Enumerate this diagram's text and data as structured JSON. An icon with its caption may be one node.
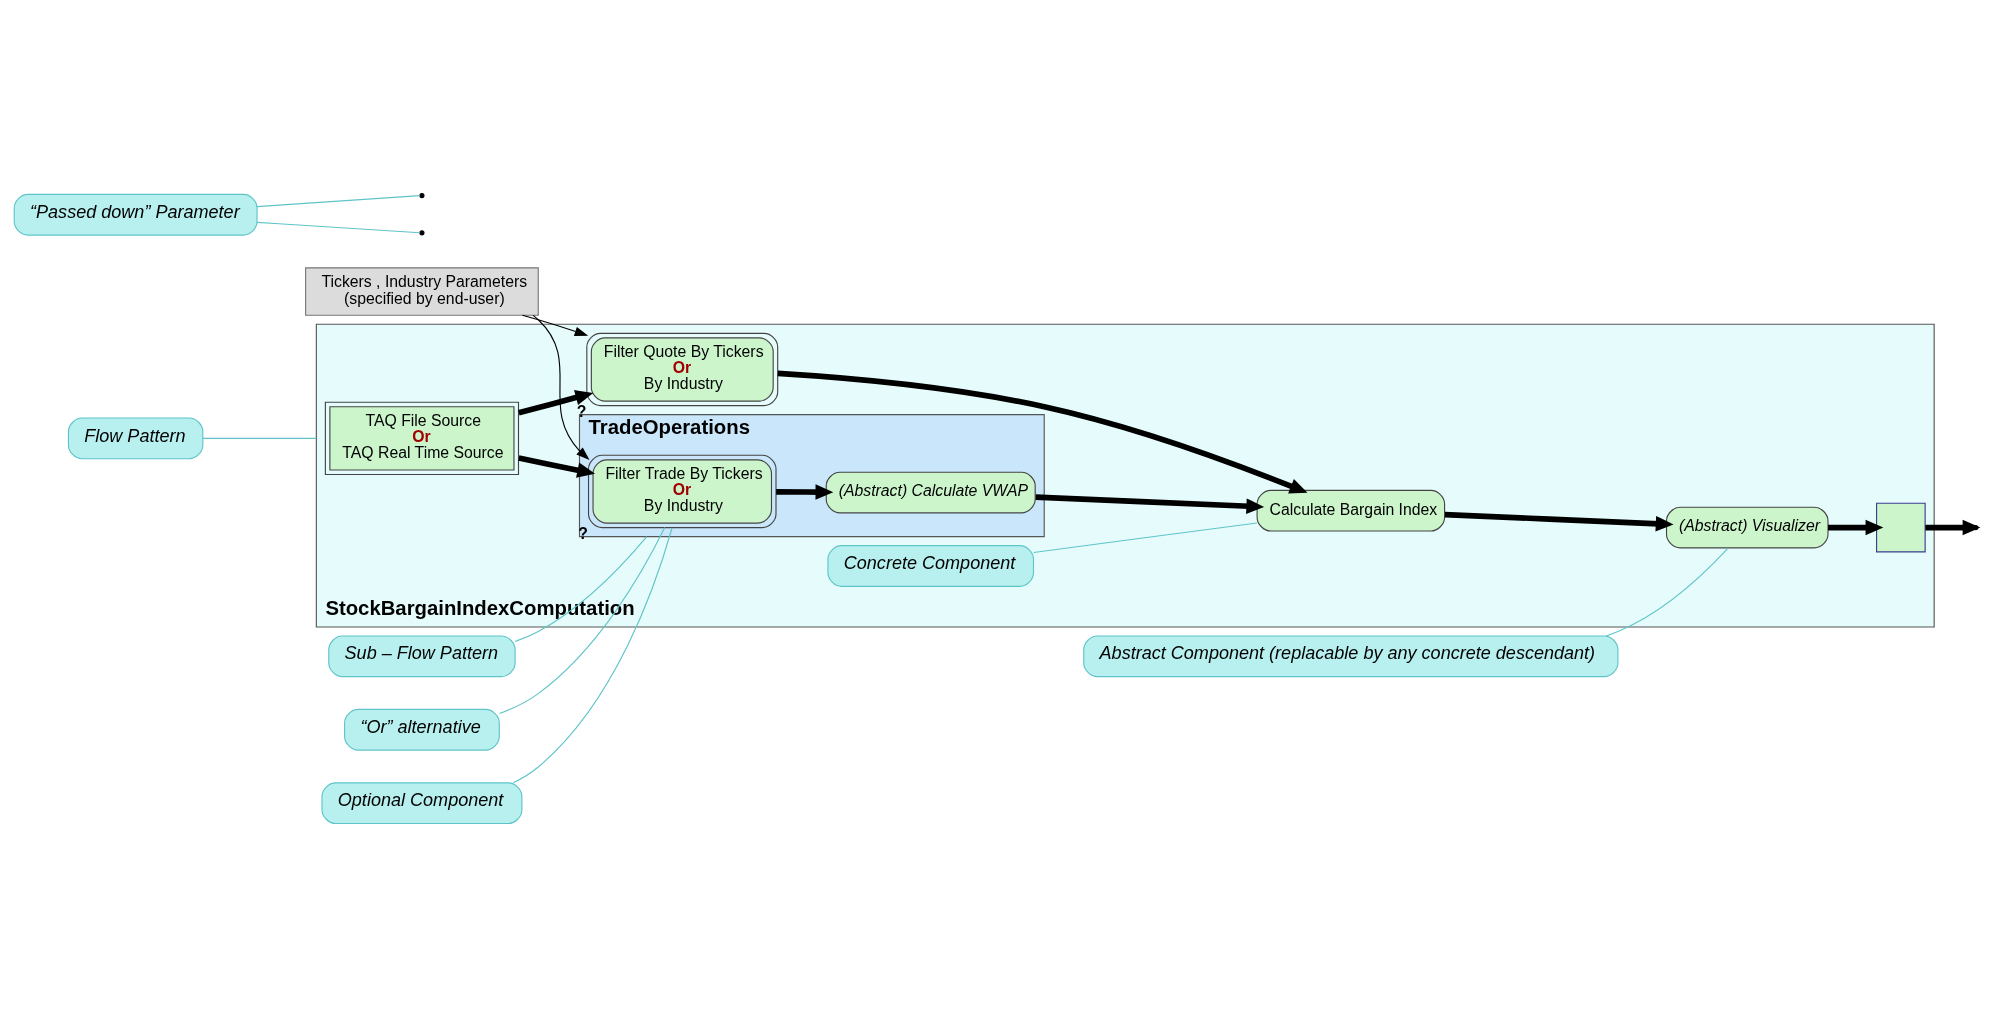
{
  "diagram": {
    "nodes": [
      {
        "text": [
          "Tickers , Industry Parameters",
          "(specified by end-user)"
        ]
      },
      {
        "text": [
          "StockBargainIndexComputation"
        ]
      },
      {
        "text": [
          "TradeOperations"
        ],
        "in": 1
      },
      {
        "text": [
          "TAQ File Source",
          "Or",
          "TAQ Real Time Source"
        ],
        "in": 1
      },
      {
        "text": [
          "Filter Trade By Tickers",
          "Or",
          "By Industry"
        ],
        "in": 2,
        "beside": [
          "?"
        ]
      },
      {
        "text": [
          "(Abstract) Calculate VWAP"
        ],
        "in": 2
      },
      {
        "text": [
          "Filter Quote By Tickers",
          "Or",
          "By Industry"
        ],
        "in": 1,
        "beside": [
          "?"
        ]
      },
      {
        "text": [
          "Calculate Bargain Index"
        ],
        "in": 1
      },
      {
        "text": [
          "(Abstract) Visualizer"
        ],
        "in": 1
      },
      {
        "text": [],
        "shape": "box",
        "in": 1
      },
      {
        "text": [
          "Optional Component"
        ]
      },
      {
        "text": [
          "“Passed down” Parameter"
        ]
      },
      {
        "text": [
          "Flow Pattern"
        ]
      },
      {
        "text": [
          "Sub – Flow Pattern"
        ]
      },
      {
        "text": [
          "Concrete Component"
        ],
        "in": 1
      },
      {
        "text": [
          "“Or” alternative"
        ]
      },
      {
        "text": [
          "Abstract Component (replacable by any concrete descendant)"
        ]
      }
    ],
    "edges": [
      {
        "from": 0,
        "to": 4,
        "arrow": "to"
      },
      {
        "from": 0,
        "to": 6,
        "arrow": "to"
      },
      {
        "from": 3,
        "to": 4,
        "arrow": "to",
        "style": "thick"
      },
      {
        "from": 3,
        "to": 6,
        "arrow": "to",
        "style": "thick"
      },
      {
        "from": 4,
        "to": 5,
        "arrow": "to",
        "style": "thick"
      },
      {
        "from": 5,
        "to": 7,
        "arrow": "to",
        "style": "thick"
      },
      {
        "from": 6,
        "to": 7,
        "arrow": "to",
        "style": "thick"
      },
      {
        "from": 7,
        "to": 8,
        "arrow": "to",
        "style": "thick"
      },
      {
        "from": 8,
        "to": 9,
        "arrow": "to",
        "style": "thick"
      },
      {
        "from": 9,
        "to": null,
        "arrow": "to",
        "style": "thick"
      },
      {
        "from": 10,
        "to": 4,
        "arrow": "none",
        "color": "#5fc4c8"
      },
      {
        "from": 11,
        "to": null,
        "arrow": "none",
        "color": "#5fc4c8"
      },
      {
        "from": 11,
        "to": null,
        "arrow": "none",
        "color": "#5fc4c8"
      },
      {
        "from": 12,
        "to": 1,
        "arrow": "none",
        "color": "#5fc4c8"
      },
      {
        "from": 13,
        "to": 2,
        "arrow": "none",
        "color": "#5fc4c8"
      },
      {
        "from": 14,
        "to": 7,
        "arrow": "none",
        "color": "#5fc4c8"
      },
      {
        "from": 15,
        "to": 4,
        "arrow": "none",
        "color": "#5fc4c8"
      },
      {
        "from": 16,
        "to": 8,
        "arrow": "none",
        "color": "#5fc4c8"
      }
    ]
  }
}
